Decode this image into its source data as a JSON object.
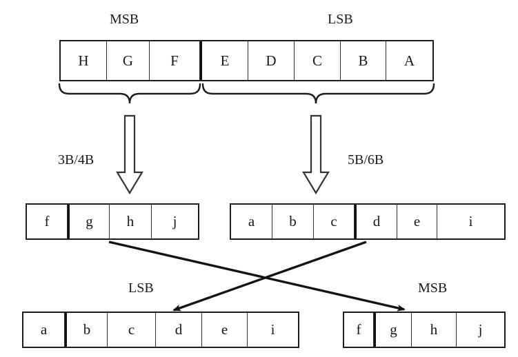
{
  "diagram": {
    "title_labels": {
      "top_msb": "MSB",
      "top_lsb": "LSB",
      "bottom_lsb": "LSB",
      "bottom_msb": "MSB"
    },
    "encoder_labels": {
      "left": "3B/4B",
      "right": "5B/6B"
    },
    "rows": {
      "input_byte": {
        "name": "input-byte-row",
        "cells": [
          "H",
          "G",
          "F",
          "E",
          "D",
          "C",
          "B",
          "A"
        ],
        "group_boundary_index": 3
      },
      "encoded_left": {
        "name": "encoded-3b4b-row",
        "cells": [
          "f",
          "g",
          "h",
          "j"
        ]
      },
      "encoded_right": {
        "name": "encoded-5b6b-row",
        "cells": [
          "a",
          "b",
          "c",
          "d",
          "e",
          "i"
        ]
      },
      "output_left": {
        "name": "output-lsb-row",
        "cells": [
          "a",
          "b",
          "c",
          "d",
          "e",
          "i"
        ]
      },
      "output_right": {
        "name": "output-msb-row",
        "cells": [
          "f",
          "g",
          "h",
          "j"
        ]
      }
    },
    "colors": {
      "stroke": "#1c1c1c",
      "text": "#17171f",
      "background": "#ffffff"
    }
  }
}
